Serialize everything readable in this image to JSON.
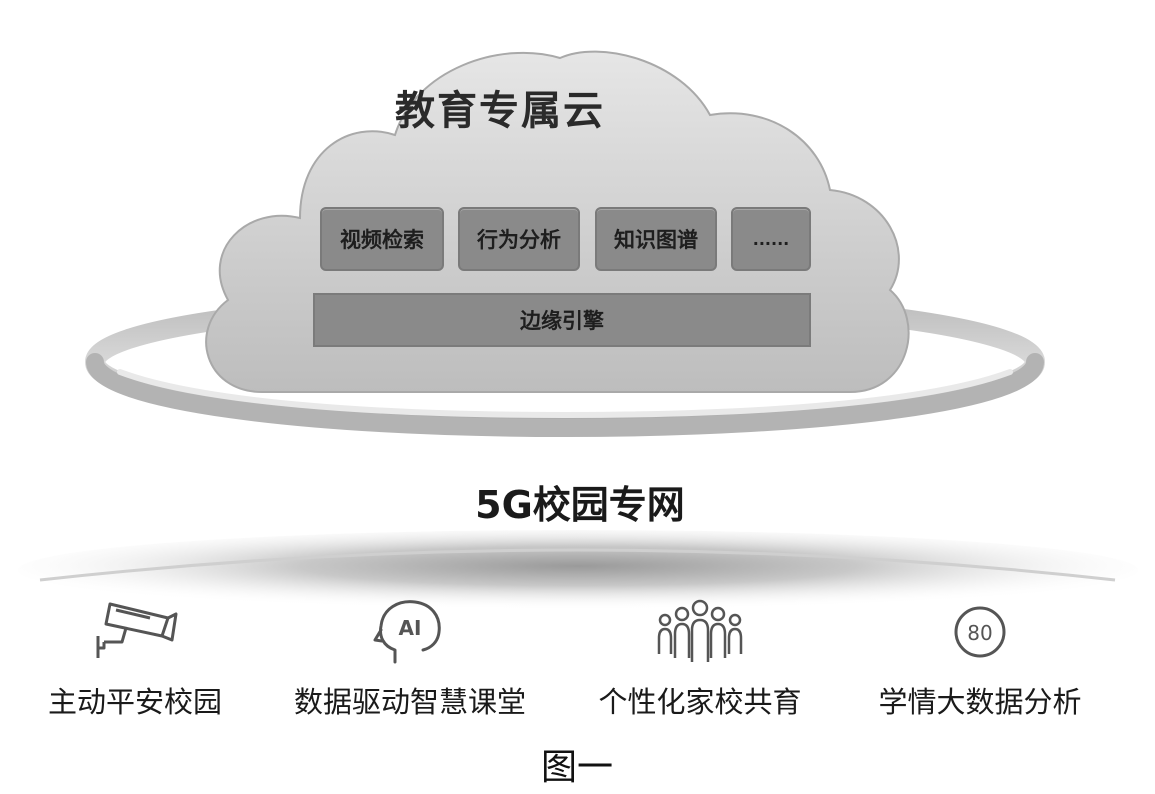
{
  "cloud": {
    "title": "教育专属云",
    "modules": [
      {
        "label": "视频检索"
      },
      {
        "label": "行为分析"
      },
      {
        "label": "知识图谱"
      },
      {
        "label": "......"
      }
    ],
    "engine": "边缘引擎"
  },
  "network": {
    "title": "5G校园专网"
  },
  "scenarios": [
    {
      "label": "主动平安校园",
      "icon": "security-camera-icon"
    },
    {
      "label": "数据驱动智慧课堂",
      "icon": "ai-head-icon"
    },
    {
      "label": "个性化家校共育",
      "icon": "people-group-icon"
    },
    {
      "label": "学情大数据分析",
      "icon": "data-analysis-icon"
    }
  ],
  "icons": {
    "ai_text": "AI",
    "data_text": "80"
  },
  "caption": "图一"
}
